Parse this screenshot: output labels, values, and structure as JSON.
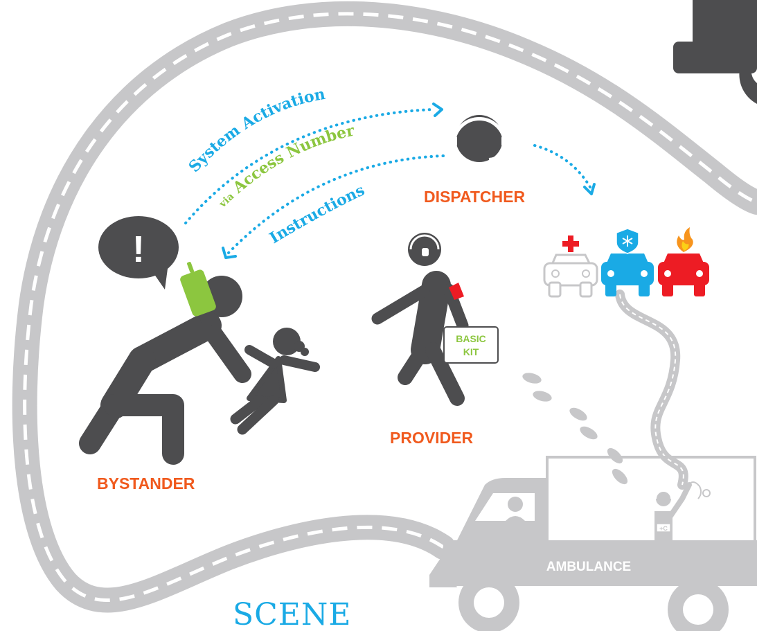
{
  "labels": {
    "dispatcher": "DISPATCHER",
    "bystander": "BYSTANDER",
    "provider": "PROVIDER",
    "ambulance": "AMBULANCE",
    "scene": "SCENE",
    "kit_line1": "BASIC",
    "kit_line2": "KIT",
    "exclamation": "!",
    "system_activation": "System Activation",
    "via": "via",
    "access_number": "Access Number",
    "instructions": "Instructions",
    "medkit_sign": "+C"
  },
  "colors": {
    "orange": "#f05a1e",
    "blue": "#1aaae5",
    "green": "#8cc63f",
    "dark_gray": "#4d4d4f",
    "light_gray": "#c7c7c9",
    "red": "#ed1c24"
  },
  "icons": {
    "dispatcher": "headset-icon",
    "police": "police-car-icon",
    "fire": "fire-car-icon",
    "medical": "medical-car-icon"
  }
}
